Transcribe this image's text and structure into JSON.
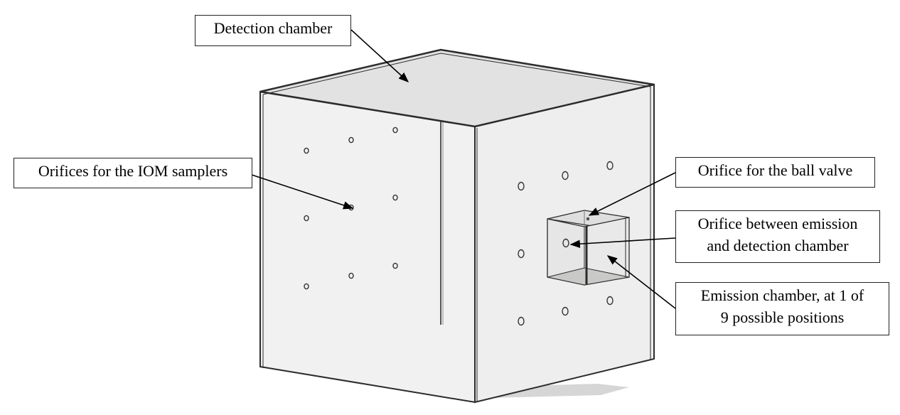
{
  "labels": {
    "detection_chamber": "Detection chamber",
    "iom_orifices": "Orifices for the IOM samplers",
    "ball_valve": "Orifice for the ball valve",
    "orifice_between_line1": "Orifice between emission",
    "orifice_between_line2": "and detection chamber",
    "emission_line1": "Emission chamber, at 1 of",
    "emission_line2": "9 possible positions"
  },
  "colors": {
    "edge": "#2b2b2b",
    "face_fill": "#ececec",
    "top_fill": "#e2e2e2",
    "floor_fill": "#b9b9b7",
    "squiggle": "#c0392b"
  },
  "counts": {
    "iom_orifices_left_wall": 9,
    "emission_chamber_positions": 9
  }
}
